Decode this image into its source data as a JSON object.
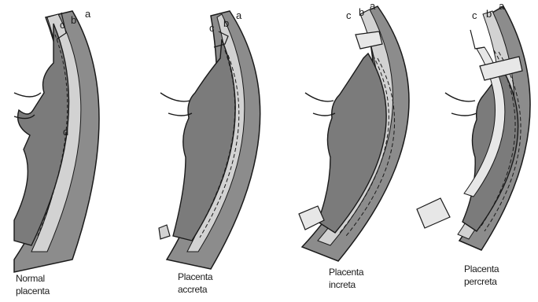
{
  "layer_labels": {
    "a": "a",
    "b": "b",
    "c": "c",
    "d": "d"
  },
  "panels": [
    {
      "id": "normal",
      "caption_line1": "Normal",
      "caption_line2": "placenta"
    },
    {
      "id": "accreta",
      "caption_line1": "Placenta",
      "caption_line2": "accreta"
    },
    {
      "id": "increta",
      "caption_line1": "Placenta",
      "caption_line2": "increta"
    },
    {
      "id": "percreta",
      "caption_line1": "Placenta",
      "caption_line2": "percreta"
    }
  ],
  "colors": {
    "background": "#ffffff",
    "outer_wall": "#8c8c8c",
    "serosa_band": "#d2d2d2",
    "placenta": "#7b7b7b",
    "outline": "#1a1a1a",
    "invasion_band": "#e7e7e7"
  }
}
